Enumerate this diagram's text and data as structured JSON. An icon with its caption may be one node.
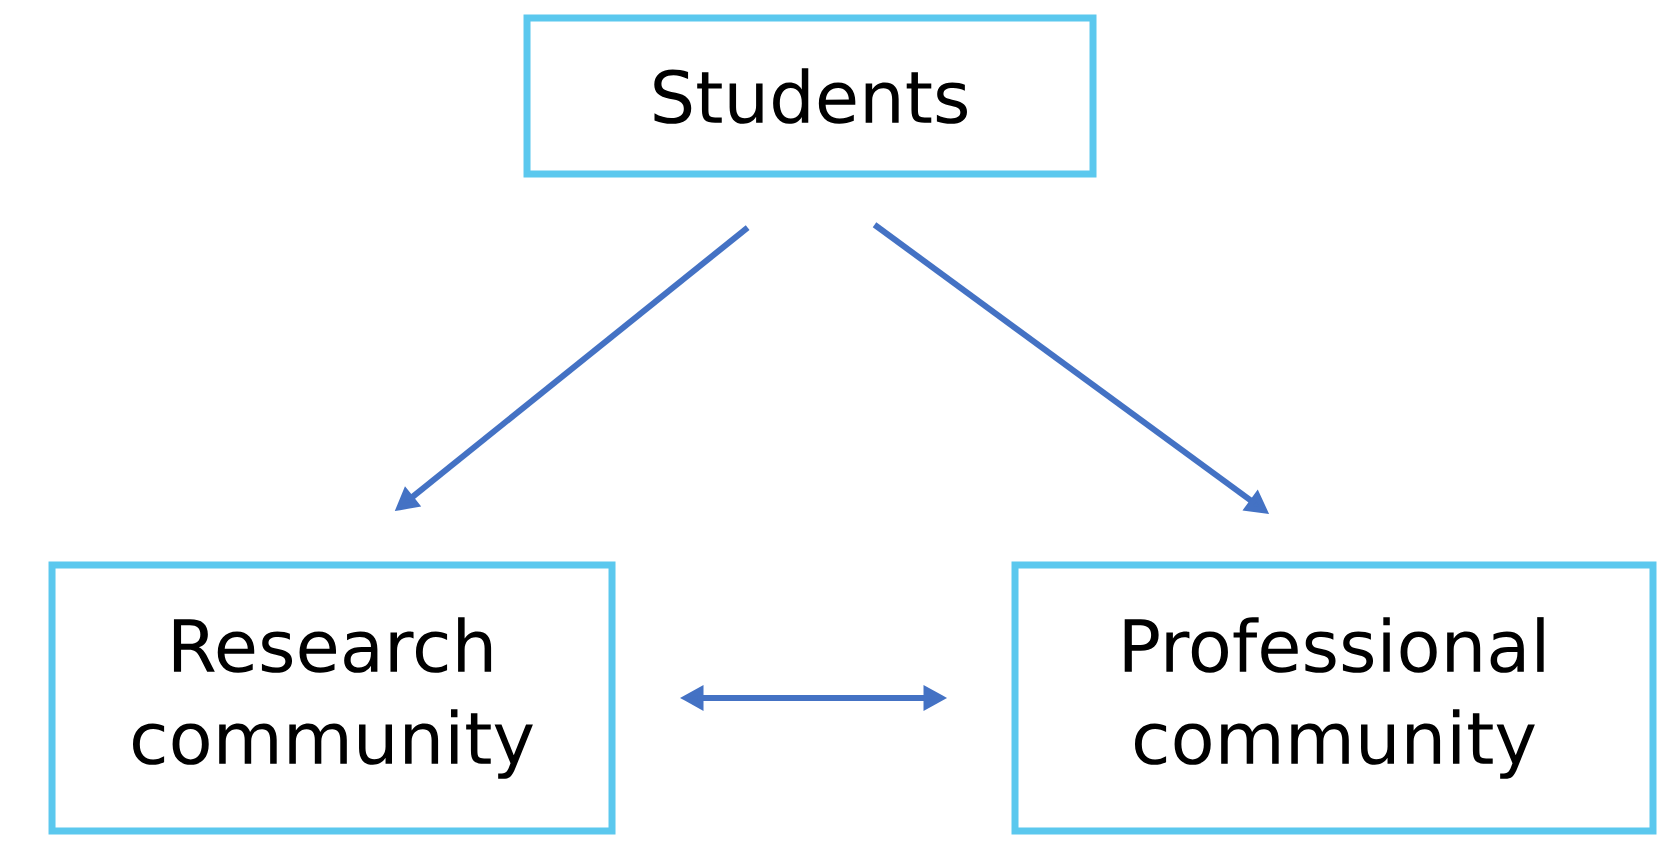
{
  "diagram": {
    "nodes": [
      {
        "text": [
          "Students"
        ]
      },
      {
        "text": [
          "Research community"
        ]
      },
      {
        "text": [
          "Professional community"
        ]
      }
    ],
    "edges": [
      {
        "from": 0,
        "to": 1,
        "arrow": "to"
      },
      {
        "from": 0,
        "to": 2,
        "arrow": "to"
      },
      {
        "from": 1,
        "to": 2,
        "arrow": "both"
      }
    ]
  }
}
